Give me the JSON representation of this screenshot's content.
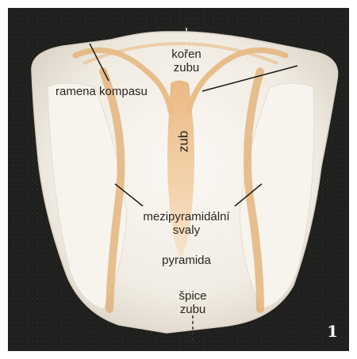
{
  "labels": {
    "koren_line1": "kořen",
    "koren_line2": "zubu",
    "ramena": "ramena kompasu",
    "zub": "zub",
    "mezi_line1": "mezipyramidální",
    "mezi_line2": "svaly",
    "pyramida": "pyramida",
    "spice_line1": "špice",
    "spice_line2": "zubu"
  },
  "figure_number": "1",
  "colors": {
    "background": "#1f1f1d",
    "structure": "#f3efe7",
    "muscle": "#e0a866",
    "text": "#2a2520"
  }
}
